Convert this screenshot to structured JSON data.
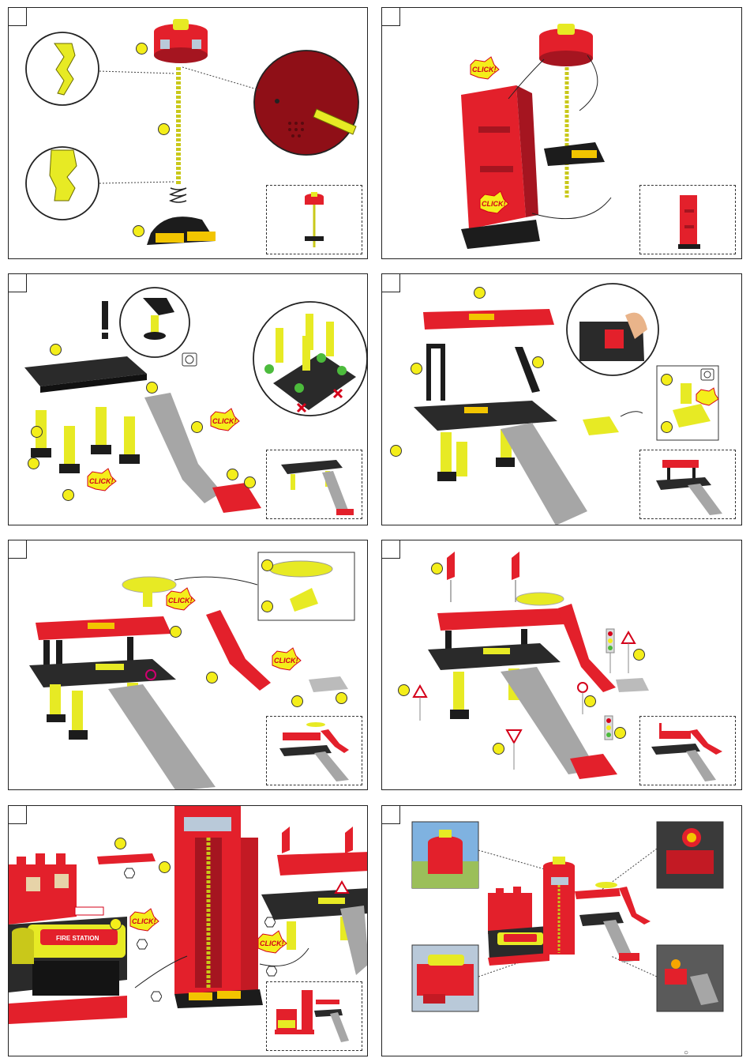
{
  "document": {
    "type": "assembly-instructions",
    "palette": {
      "red": "#e3202b",
      "dark_red": "#a51520",
      "yellow": "#e7ea24",
      "black": "#1c1c1c",
      "grey": "#a6a6a6"
    }
  },
  "panels": [
    {
      "id": 1,
      "step": "",
      "icons": [
        "top-cap",
        "screw-rod",
        "spring",
        "base-plate",
        "zoom-rod-top",
        "zoom-rod-bottom",
        "zoom-cap-inside"
      ]
    },
    {
      "id": 2,
      "step": "",
      "click_labels": [
        "CLICK!",
        "CLICK!"
      ],
      "icons": [
        "tower-frame",
        "elevator-tray"
      ]
    },
    {
      "id": 3,
      "step": "",
      "click_labels": [
        "CLICK!",
        "CLICK!"
      ],
      "icons": [
        "floor-deck",
        "pillars",
        "ramp",
        "rotate-icon",
        "warning-icon",
        "check-icon",
        "cross-icon"
      ]
    },
    {
      "id": 4,
      "step": "",
      "icons": [
        "roof-deck",
        "support-posts",
        "finger-press",
        "barrier-piece",
        "rotate-icon"
      ]
    },
    {
      "id": 5,
      "step": "",
      "click_labels": [
        "CLICK!",
        "CLICK!"
      ],
      "icons": [
        "helipad",
        "red-ramp",
        "helipad-support"
      ]
    },
    {
      "id": 6,
      "step": "",
      "icons": [
        "flags",
        "traffic-lights",
        "road-signs"
      ]
    },
    {
      "id": 7,
      "step": "",
      "click_labels": [
        "CLICK!",
        "CLICK!"
      ],
      "station_label": "FIRE STATION",
      "icons": [
        "fire-station-building",
        "tower",
        "hex-nut"
      ]
    },
    {
      "id": 8,
      "step": "",
      "icons": [
        "assembled-playset",
        "photo-tower-top",
        "photo-garage-interior",
        "photo-car-station",
        "photo-playset-night"
      ]
    }
  ],
  "footer": {
    "mark": "○"
  }
}
